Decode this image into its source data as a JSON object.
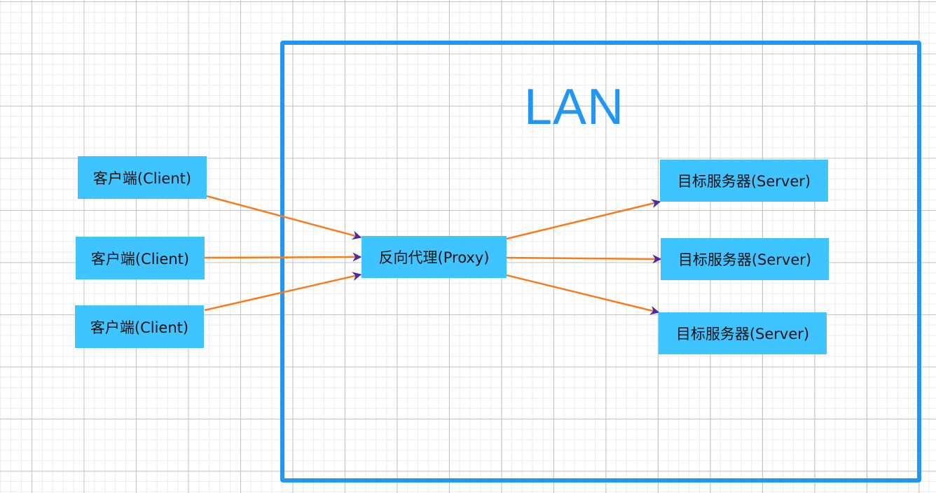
{
  "diagram": {
    "lan_label": "LAN",
    "clients": [
      {
        "label": "客户端(Client)"
      },
      {
        "label": "客户端(Client)"
      },
      {
        "label": "客户端(Client)"
      }
    ],
    "proxy": {
      "label": "反向代理(Proxy)"
    },
    "servers": [
      {
        "label": "目标服务器(Server)"
      },
      {
        "label": "目标服务器(Server)"
      },
      {
        "label": "目标服务器(Server)"
      }
    ],
    "colors": {
      "lan_border": "#2196f3",
      "node_fill": "#40c4ff",
      "edge": "#f57c1f",
      "arrowhead": "#4a2aa8"
    },
    "edges": [
      {
        "from": "client-1",
        "to": "proxy"
      },
      {
        "from": "client-2",
        "to": "proxy"
      },
      {
        "from": "client-3",
        "to": "proxy"
      },
      {
        "from": "proxy",
        "to": "server-1"
      },
      {
        "from": "proxy",
        "to": "server-2"
      },
      {
        "from": "proxy",
        "to": "server-3"
      }
    ]
  }
}
